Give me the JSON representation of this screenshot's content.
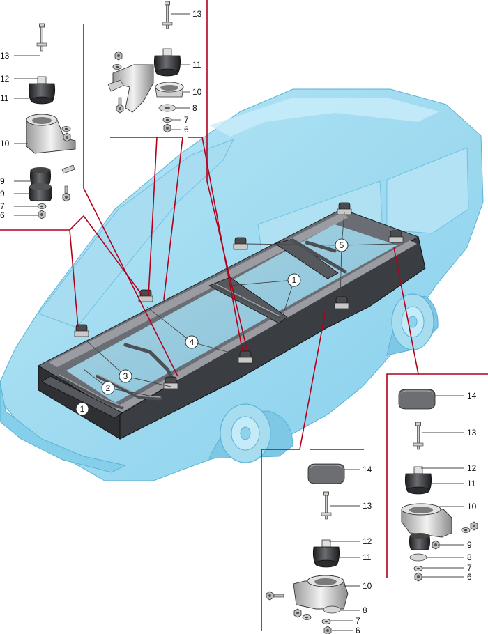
{
  "callouts": {
    "c1a": "1",
    "c1b": "1",
    "c2": "2",
    "c3": "3",
    "c4": "4",
    "c5": "5"
  },
  "labels": {
    "tl": [
      "13",
      "12",
      "11",
      "10",
      "9",
      "9",
      "7",
      "6"
    ],
    "tc": [
      "13",
      "11",
      "10",
      "8",
      "7",
      "6"
    ],
    "br": [
      "14",
      "13",
      "12",
      "11",
      "10",
      "9",
      "8",
      "7",
      "6"
    ],
    "bc": [
      "14",
      "13",
      "12",
      "11",
      "10",
      "8",
      "7",
      "6"
    ]
  },
  "colors": {
    "body": "#9fdcf2",
    "body_dark": "#7ec8e6",
    "frame": "#3a3d42",
    "frame_top": "#6d7076",
    "rubber": "#2f3033",
    "metal": "#d9d9d9",
    "leader_red": "#b3001b"
  }
}
